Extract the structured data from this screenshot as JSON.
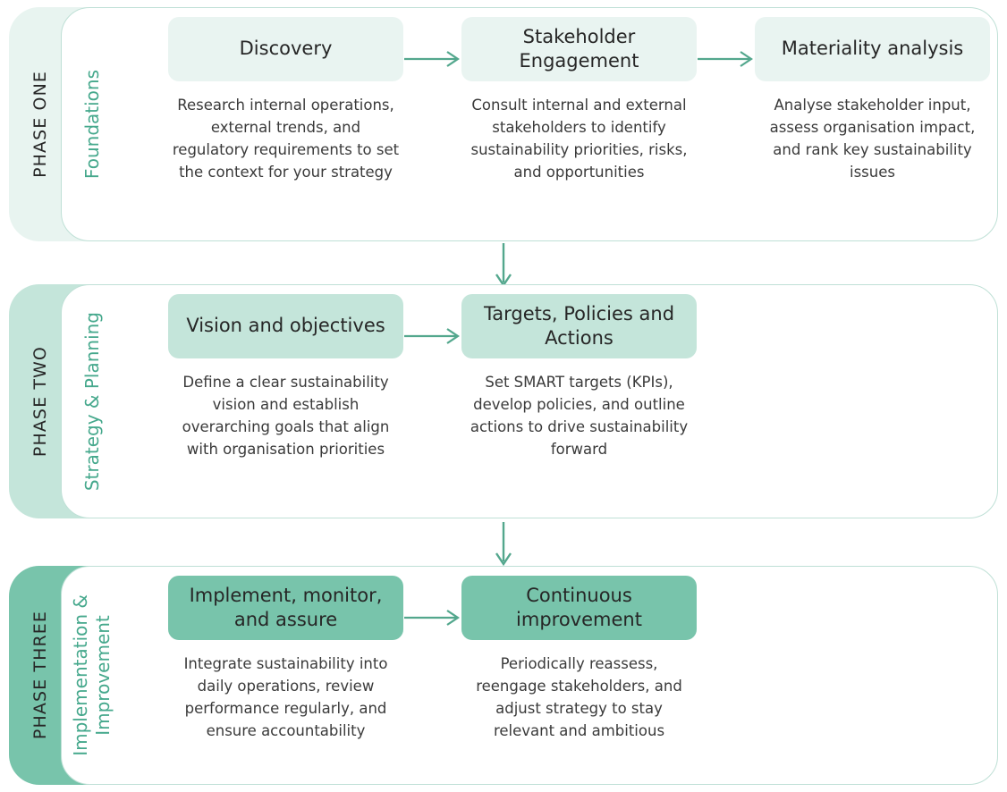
{
  "theme": {
    "arrow_color": "#53a78d",
    "card_border": "#bfe0d6",
    "subtitle_color": "#45a88c",
    "phase_one_fill": "#e8f4f0",
    "phase_two_fill": "#c4e5da",
    "phase_three_fill": "#78c4ab"
  },
  "phases": [
    {
      "tab_label": "PHASE ONE",
      "subtitle": "Foundations",
      "steps": [
        {
          "title": "Discovery",
          "description": "Research internal operations, external trends, and regulatory requirements to set the context for your strategy"
        },
        {
          "title": "Stakeholder Engagement",
          "description": "Consult internal and external stakeholders to identify sustainability priorities, risks, and opportunities"
        },
        {
          "title": "Materiality analysis",
          "description": "Analyse stakeholder input, assess organisation impact, and rank key sustainability issues"
        }
      ]
    },
    {
      "tab_label": "PHASE TWO",
      "subtitle": "Strategy & Planning",
      "steps": [
        {
          "title": "Vision and objectives",
          "description": "Define a clear sustainability vision and establish overarching goals that align with organisation priorities"
        },
        {
          "title": "Targets,  Policies and Actions",
          "description": "Set SMART targets (KPIs), develop policies, and outline actions to drive sustainability forward"
        }
      ]
    },
    {
      "tab_label": "PHASE THREE",
      "subtitle": "Implementation &\nImprovement",
      "steps": [
        {
          "title": "Implement, monitor, and assure",
          "description": "Integrate sustainability into daily operations, review performance regularly, and ensure accountability"
        },
        {
          "title": "Continuous improvement",
          "description": "Periodically reassess, reengage stakeholders, and adjust strategy to stay relevant and ambitious"
        }
      ]
    }
  ]
}
